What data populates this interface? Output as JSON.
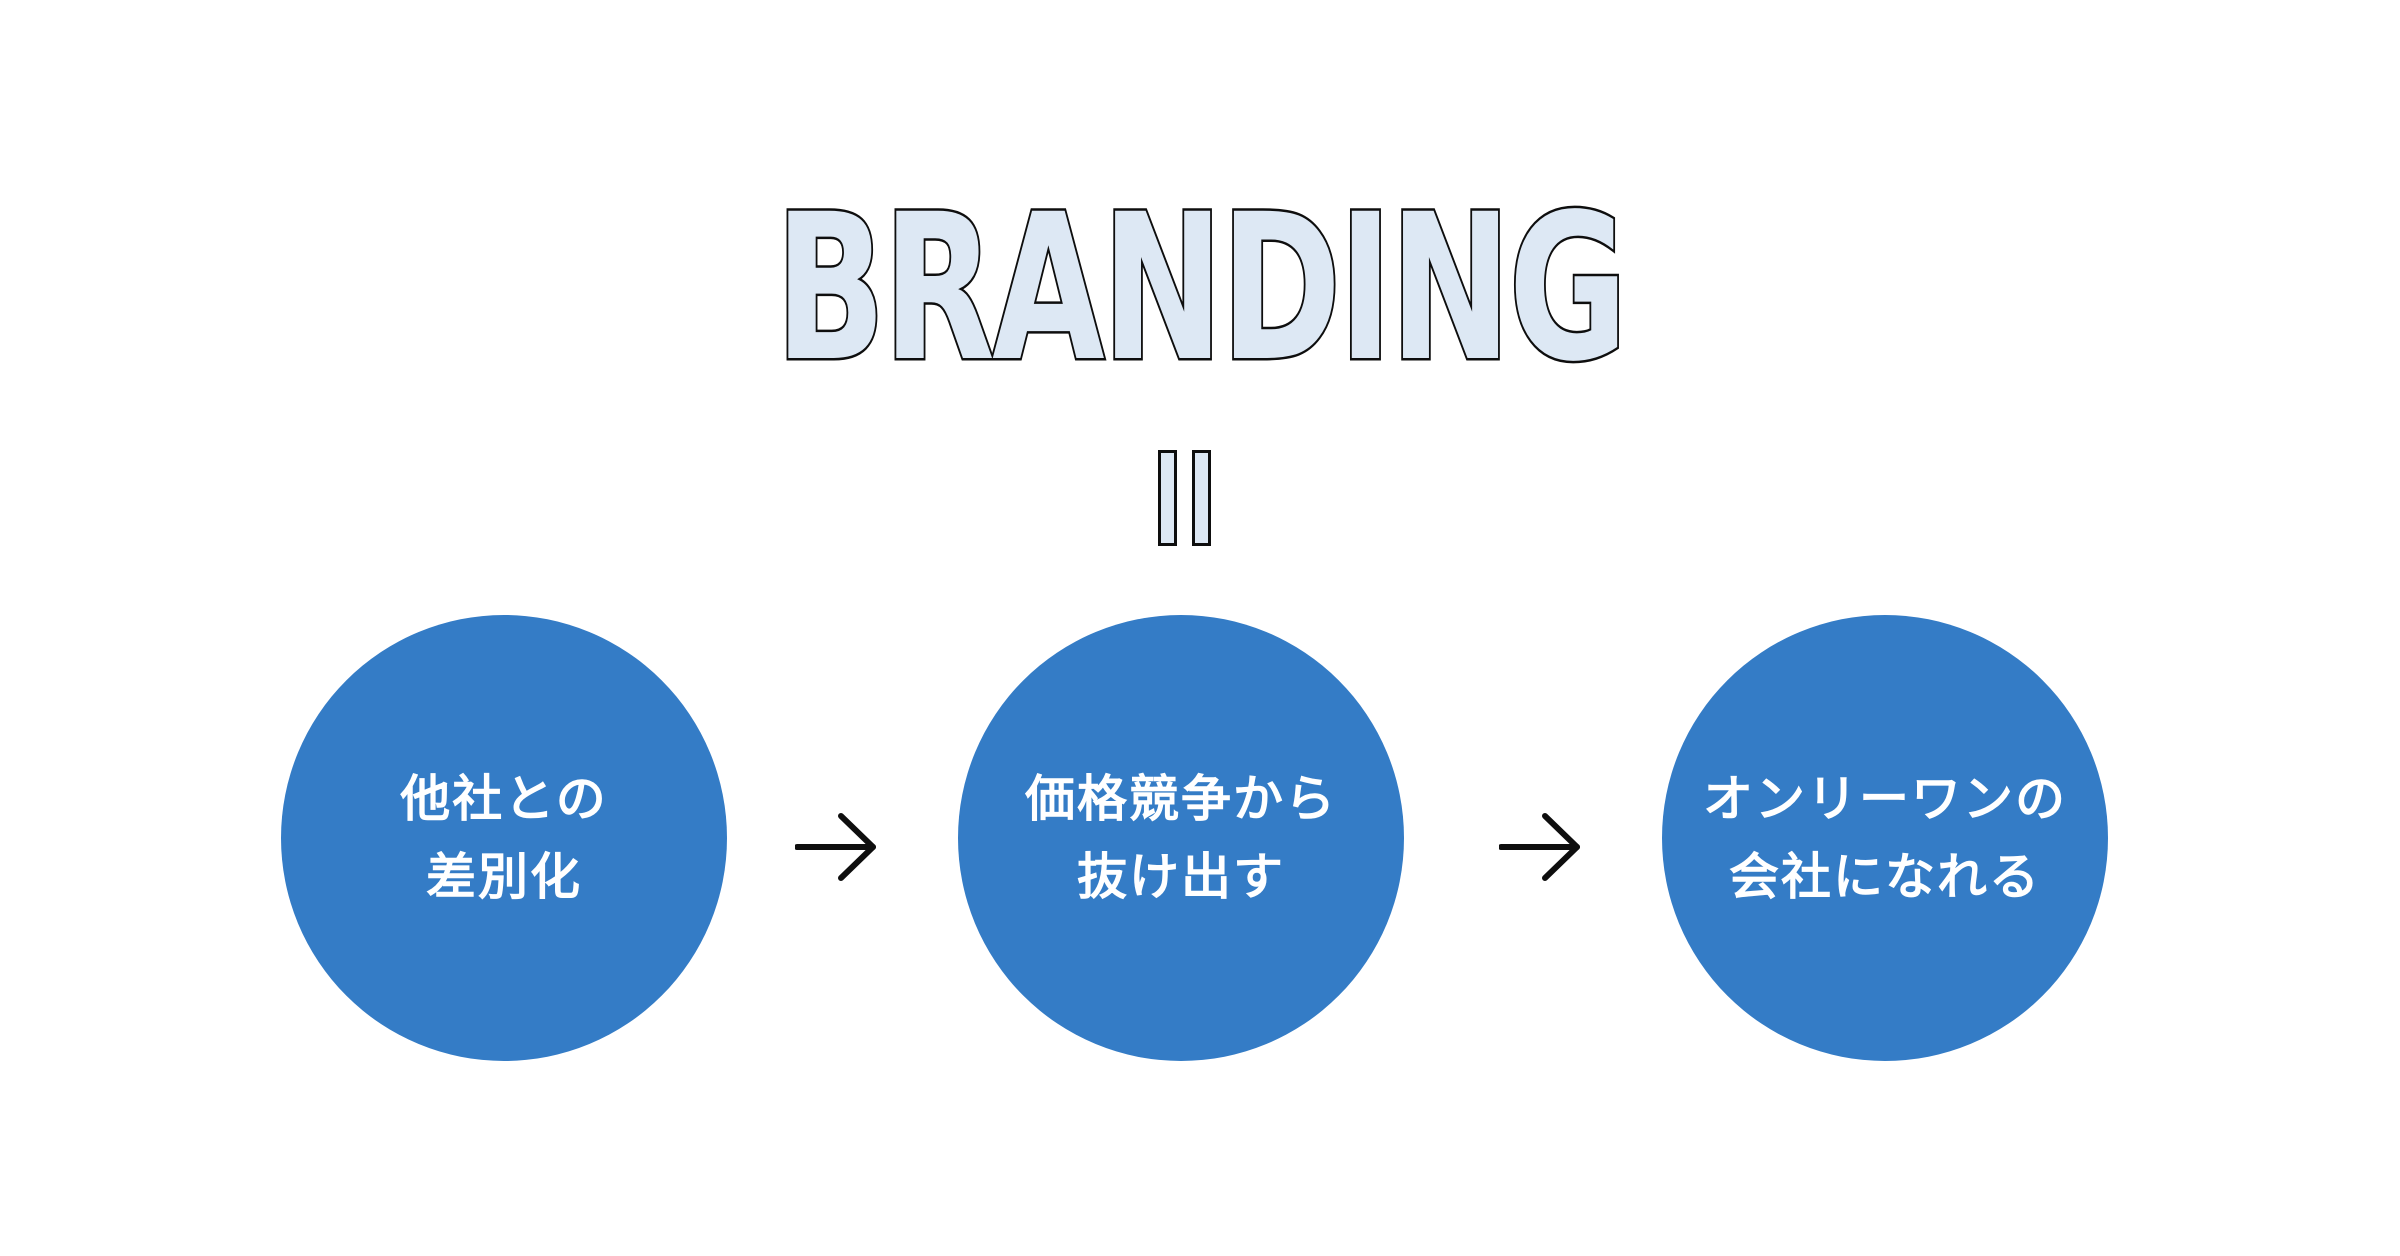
{
  "title": "BRANDING",
  "equals_symbol": "=",
  "steps": [
    {
      "line1": "他社との",
      "line2": "差別化"
    },
    {
      "line1": "価格競争から",
      "line2": "抜け出す"
    },
    {
      "line1": "オンリーワンの",
      "line2": "会社になれる"
    }
  ],
  "colors": {
    "circle_fill": "#347cc6",
    "title_fill": "#dde8f4",
    "outline": "#0e0e0e",
    "circle_text": "#ffffff",
    "background": "#ffffff"
  },
  "icons": {
    "arrow": "right-arrow-icon"
  }
}
